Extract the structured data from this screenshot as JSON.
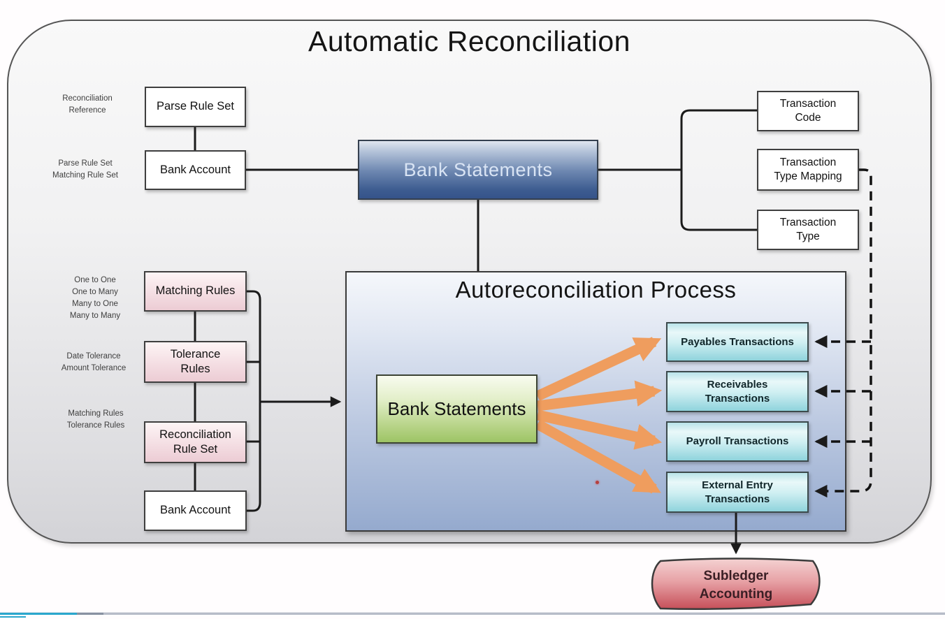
{
  "page": {
    "title": "Automatic Reconciliation"
  },
  "process": {
    "title": "Autoreconciliation Process"
  },
  "nodes": {
    "parse_rule_set": [
      "Parse Rule Set"
    ],
    "bank_account_top": [
      "Bank Account"
    ],
    "bank_statements": [
      "Bank Statements"
    ],
    "transaction_code": [
      "Transaction",
      "Code"
    ],
    "transaction_type_mapping": [
      "Transaction",
      "Type Mapping"
    ],
    "transaction_type": [
      "Transaction",
      "Type"
    ],
    "matching_rules": [
      "Matching Rules"
    ],
    "tolerance_rules": [
      "Tolerance",
      "Rules"
    ],
    "reconciliation_rule_set": [
      "Reconciliation",
      "Rule Set"
    ],
    "bank_account_bottom": [
      "Bank Account"
    ],
    "bank_statements_process": [
      "Bank Statements"
    ],
    "payables_transactions": [
      "Payables Transactions"
    ],
    "receivables_transactions": [
      "Receivables",
      "Transactions"
    ],
    "payroll_transactions": [
      "Payroll Transactions"
    ],
    "external_entry_transactions": [
      "External Entry",
      "Transactions"
    ],
    "subledger_accounting": [
      "Subledger",
      "Accounting"
    ]
  },
  "annotations": {
    "reconciliation_reference": [
      "Reconciliation",
      "Reference"
    ],
    "bank_account_rule_sets": [
      "Parse Rule Set",
      "Matching Rule Set"
    ],
    "matching_rule_modes": [
      "One to One",
      "One to Many",
      "Many to One",
      "Many to Many"
    ],
    "tolerance_types": [
      "Date Tolerance",
      "Amount Tolerance"
    ],
    "rule_set_contents": [
      "Matching Rules",
      "Tolerance Rules"
    ]
  },
  "colors": {
    "connector": "#1b1b1b",
    "dashed_line": "#121212",
    "orange_arrow": "#ef9d5e",
    "blue_box_bottom": "#35538a",
    "green_box_bottom": "#9dc465",
    "teal_box_bottom": "#8fd3dc",
    "pink_box_bottom": "#ecccd4",
    "red_shape_bottom": "#c64f59",
    "progress_teal": "#2aa7cd",
    "progress_slate": "#8892a2",
    "progress_gray": "#b6bcc8"
  }
}
